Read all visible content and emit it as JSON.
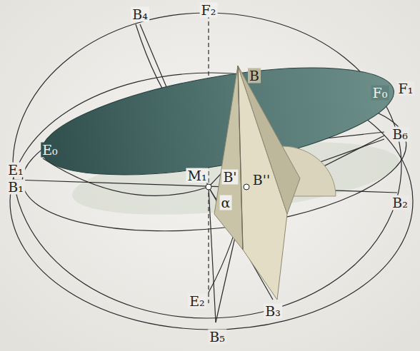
{
  "diagram": {
    "labels": [
      "B₄",
      "F₂",
      "F₁",
      "F₀",
      "E₀",
      "E₁",
      "B₁",
      "M₁",
      "α",
      "B'",
      "B''",
      "B",
      "B₆",
      "B₂",
      "B₃",
      "E₂",
      "B₅"
    ]
  }
}
